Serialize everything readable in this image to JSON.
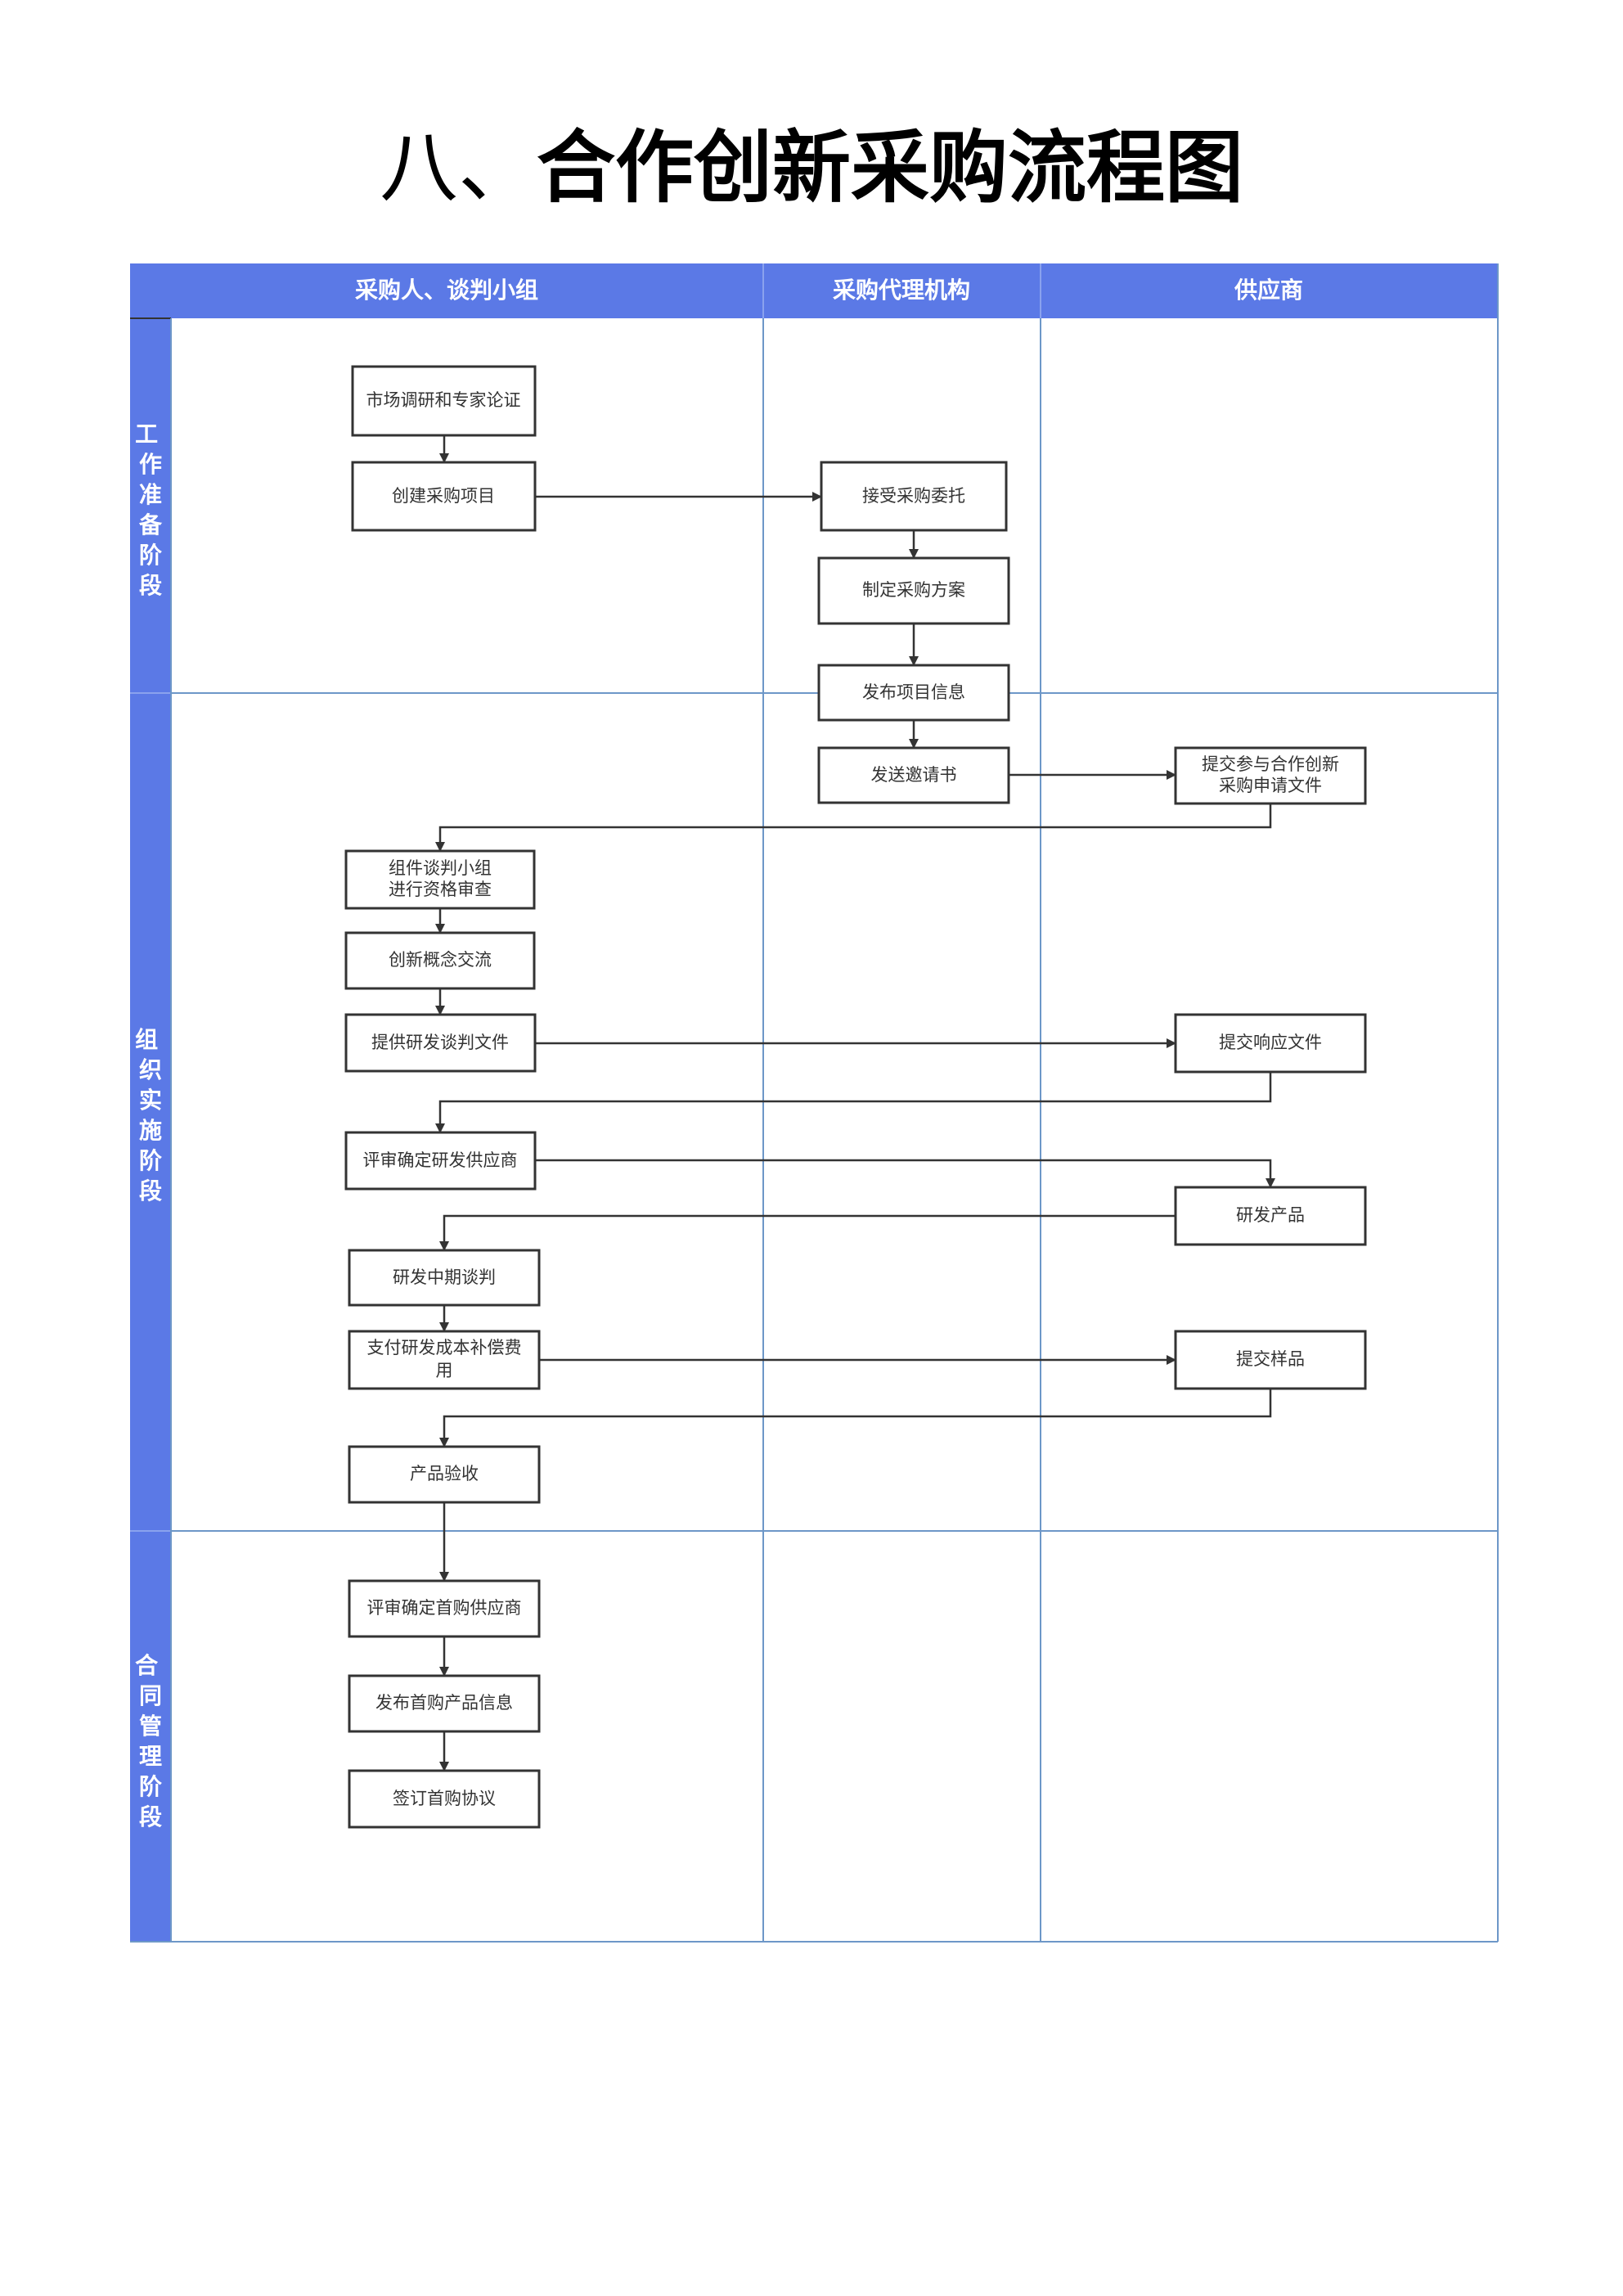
{
  "title": {
    "prefix": "八、",
    "main": "合作创新采购流程图"
  },
  "colors": {
    "header": "#5b79e6",
    "grid": "#6d97c8",
    "box_border": "#333333",
    "arrow": "#333333"
  },
  "columns": [
    "采购人、谈判小组",
    "采购代理机构",
    "供应商"
  ],
  "phases": [
    "工作准备阶段",
    "组织实施阶段",
    "合同管理阶段"
  ],
  "nodes": {
    "market_research": "市场调研和专家论证",
    "create_project": "创建采购项目",
    "accept_commission": "接受采购委托",
    "make_plan": "制定采购方案",
    "publish_info": "发布项目信息",
    "send_invitation": "发送邀请书",
    "submit_application": [
      "提交参与合作创新",
      "采购申请文件"
    ],
    "form_team": [
      "组件谈判小组",
      "进行资格审查"
    ],
    "concept_exchange": "创新概念交流",
    "provide_docs": "提供研发谈判文件",
    "submit_response": "提交响应文件",
    "select_rd_supplier": "评审确定研发供应商",
    "develop_product": "研发产品",
    "midterm_negotiation": "研发中期谈判",
    "pay_cost": [
      "支付研发成本补偿费",
      "用"
    ],
    "submit_sample": "提交样品",
    "product_acceptance": "产品验收",
    "select_first_supplier": "评审确定首购供应商",
    "publish_first_purchase": "发布首购产品信息",
    "sign_agreement": "签订首购协议"
  }
}
